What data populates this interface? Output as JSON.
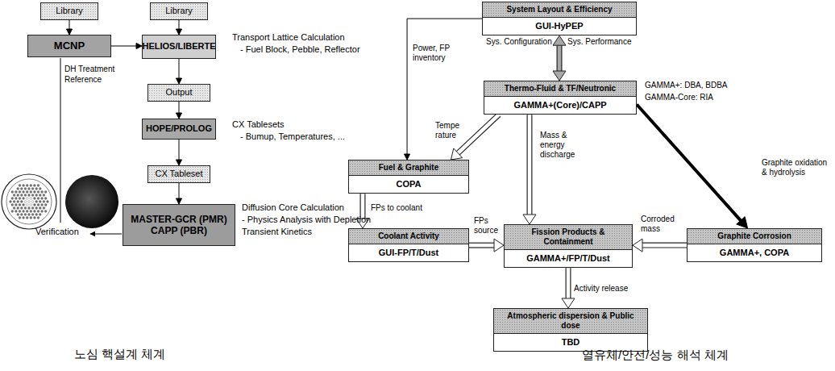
{
  "diagram": {
    "nodes": [
      {
        "text": [
          "Library"
        ]
      },
      {
        "text": [
          "MCNP"
        ]
      },
      {
        "text": [
          "Library"
        ]
      },
      {
        "text": [
          "HELIOS/LIBERTE"
        ]
      },
      {
        "text": [
          "Output"
        ]
      },
      {
        "text": [
          "HOPE/PROLOG"
        ]
      },
      {
        "text": [
          "CX Tableset"
        ]
      },
      {
        "text": [
          "MASTER-GCR (PMR) CAPP (PBR)"
        ]
      },
      {
        "text": [
          "System Layout & Efficiency",
          "GUI-HyPEP"
        ]
      },
      {
        "text": [
          "Thermo-Fluid & TF/Neutronic",
          "GAMMA+(Core)/CAPP"
        ]
      },
      {
        "text": [
          "Fuel & Graphite",
          "COPA"
        ]
      },
      {
        "text": [
          "Coolant Activity",
          "GUI-FP/T/Dust"
        ]
      },
      {
        "text": [
          "Fission Products & Containment",
          "GAMMA+/FP/T/Dust"
        ]
      },
      {
        "text": [
          "Graphite Corrosion",
          "GAMMA+, COPA"
        ]
      },
      {
        "text": [
          "Atmospheric dispersion & Public dose",
          "TBD"
        ]
      }
    ],
    "edges": [
      {
        "from": 0,
        "to": 1,
        "arrow": "to"
      },
      {
        "from": 1,
        "to": 3,
        "arrow": "to"
      },
      {
        "from": 2,
        "to": 3,
        "arrow": "to"
      },
      {
        "from": 3,
        "to": 4,
        "arrow": "to"
      },
      {
        "from": 4,
        "to": 5,
        "arrow": "to"
      },
      {
        "from": 5,
        "to": 6,
        "arrow": "to"
      },
      {
        "from": 6,
        "to": 7,
        "arrow": "to"
      },
      {
        "from": 8,
        "to": 9,
        "arrow": "both"
      },
      {
        "from": 8,
        "to": 10,
        "label": "Power, FP inventory",
        "arrow": "to"
      },
      {
        "from": 9,
        "to": 10,
        "label": "Tempe rature",
        "arrow": "to"
      },
      {
        "from": 9,
        "to": 12,
        "label": "Mass & energy discharge",
        "arrow": "to"
      },
      {
        "from": 9,
        "to": 13,
        "label": "Graphite oxidation & hydrolysis",
        "arrow": "to"
      },
      {
        "from": 10,
        "to": 11,
        "label": "FPs to coolant",
        "arrow": "to"
      },
      {
        "from": 11,
        "to": 12,
        "label": "FPs source",
        "arrow": "to"
      },
      {
        "from": 13,
        "to": 12,
        "label": "Corroded mass",
        "arrow": "to"
      },
      {
        "from": 12,
        "to": 14,
        "label": "Activity release",
        "arrow": "to"
      }
    ],
    "labels": [
      "Transport Lattice Calculation",
      "- Fuel Block, Pebble, Reflector",
      "CX Tablesets",
      "- Bumup, Temperatures, ...",
      "Diffusion Core Calculation",
      "- Physics Analysis with Depletion",
      "Transient Kinetics",
      "DH Treatment Reference",
      "Verification",
      "Sys. Configuration",
      "Sys. Performance",
      "GAMMA+: DBA, BDBA",
      "GAMMA-Core: RIA",
      "노심 핵설계 체계",
      "열유체/안전/성능 해석 체계"
    ]
  }
}
